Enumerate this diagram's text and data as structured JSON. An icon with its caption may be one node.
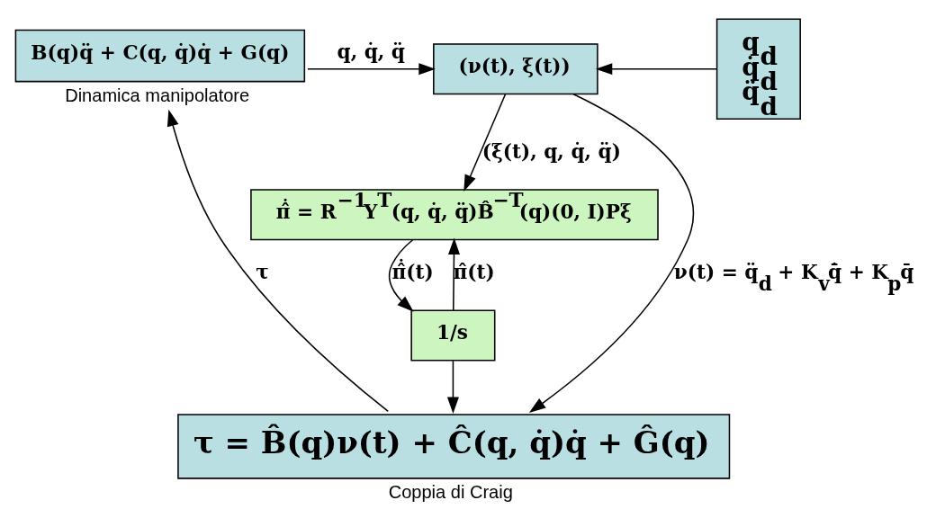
{
  "diagram": {
    "nodes": [
      {
        "text": [
          "B(q)q̈ + C(q, q̇)q̇ + G(q)"
        ],
        "beside": [
          "Dinamica manipolatore"
        ]
      },
      {
        "text": [
          "(ν(t), ξ(t))"
        ]
      },
      {
        "text": [
          "q$_{d}$",
          "q̇$_{d}$",
          "q̈$_{d}$"
        ]
      },
      {
        "text": [
          "π̂̇ = R$^{−1}$Y$^{T}$(q, q̇, q̈)B̂$^{−T}$(q)(0, I)Pξ"
        ]
      },
      {
        "text": [
          "1/s"
        ]
      },
      {
        "text": [
          "τ = B̂(q)ν(t) + Ĉ(q, q̇)q̇ + Ĝ(q)"
        ],
        "beside": [
          "Coppia di Craig"
        ]
      }
    ],
    "edges": [
      {
        "from": 0,
        "to": 1,
        "arrow": "to",
        "label": "q, q̇, q̈"
      },
      {
        "from": 2,
        "to": 1,
        "arrow": "to"
      },
      {
        "from": 1,
        "to": 3,
        "arrow": "to",
        "label": "(ξ(t), q, q̇, q̈)"
      },
      {
        "from": 3,
        "to": 4,
        "arrow": "to",
        "label": "π̂̇(t)"
      },
      {
        "from": 4,
        "to": 3,
        "arrow": "to",
        "label": "π̂(t)"
      },
      {
        "from": 4,
        "to": 5,
        "arrow": "to"
      },
      {
        "from": 1,
        "to": 5,
        "arrow": "to",
        "label": "ν(t) = q̈$_{d}$ + K$_{v}$q̄̇ + K$_{p}$q̄"
      },
      {
        "from": 5,
        "to": 0,
        "arrow": "to",
        "label": "τ"
      }
    ]
  }
}
